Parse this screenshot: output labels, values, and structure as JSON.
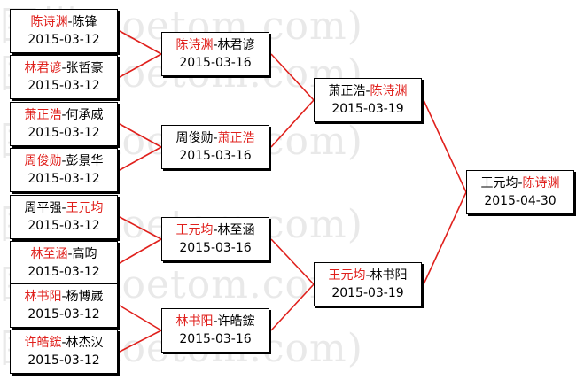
{
  "watermark": "围棋(hoetom.com)",
  "colors": {
    "winner": "#e0201c",
    "line": "#e0201c",
    "text": "#000000"
  },
  "matches": [
    {
      "id": "r1m1",
      "p1": "陈诗渊",
      "p2": "陈锋",
      "winner": 1,
      "date": "2015-03-12"
    },
    {
      "id": "r1m2",
      "p1": "林君谚",
      "p2": "张哲豪",
      "winner": 1,
      "date": "2015-03-12"
    },
    {
      "id": "r1m3",
      "p1": "萧正浩",
      "p2": "何承威",
      "winner": 1,
      "date": "2015-03-12"
    },
    {
      "id": "r1m4",
      "p1": "周俊勋",
      "p2": "彭景华",
      "winner": 1,
      "date": "2015-03-12"
    },
    {
      "id": "r1m5",
      "p1": "周平强",
      "p2": "王元均",
      "winner": 2,
      "date": "2015-03-12"
    },
    {
      "id": "r1m6",
      "p1": "林至涵",
      "p2": "高昀",
      "winner": 1,
      "date": "2015-03-12"
    },
    {
      "id": "r1m7",
      "p1": "林书阳",
      "p2": "杨博崴",
      "winner": 1,
      "date": "2015-03-12"
    },
    {
      "id": "r1m8",
      "p1": "许皓鋐",
      "p2": "林杰汉",
      "winner": 1,
      "date": "2015-03-12"
    },
    {
      "id": "r2m1",
      "p1": "陈诗渊",
      "p2": "林君谚",
      "winner": 1,
      "date": "2015-03-16"
    },
    {
      "id": "r2m2",
      "p1": "周俊勋",
      "p2": "萧正浩",
      "winner": 2,
      "date": "2015-03-16"
    },
    {
      "id": "r2m3",
      "p1": "王元均",
      "p2": "林至涵",
      "winner": 1,
      "date": "2015-03-16"
    },
    {
      "id": "r2m4",
      "p1": "林书阳",
      "p2": "许皓鋐",
      "winner": 1,
      "date": "2015-03-16"
    },
    {
      "id": "r3m1",
      "p1": "萧正浩",
      "p2": "陈诗渊",
      "winner": 2,
      "date": "2015-03-19"
    },
    {
      "id": "r3m2",
      "p1": "王元均",
      "p2": "林书阳",
      "winner": 1,
      "date": "2015-03-19"
    },
    {
      "id": "final",
      "p1": "王元均",
      "p2": "陈诗渊",
      "winner": 2,
      "date": "2015-04-30"
    }
  ]
}
